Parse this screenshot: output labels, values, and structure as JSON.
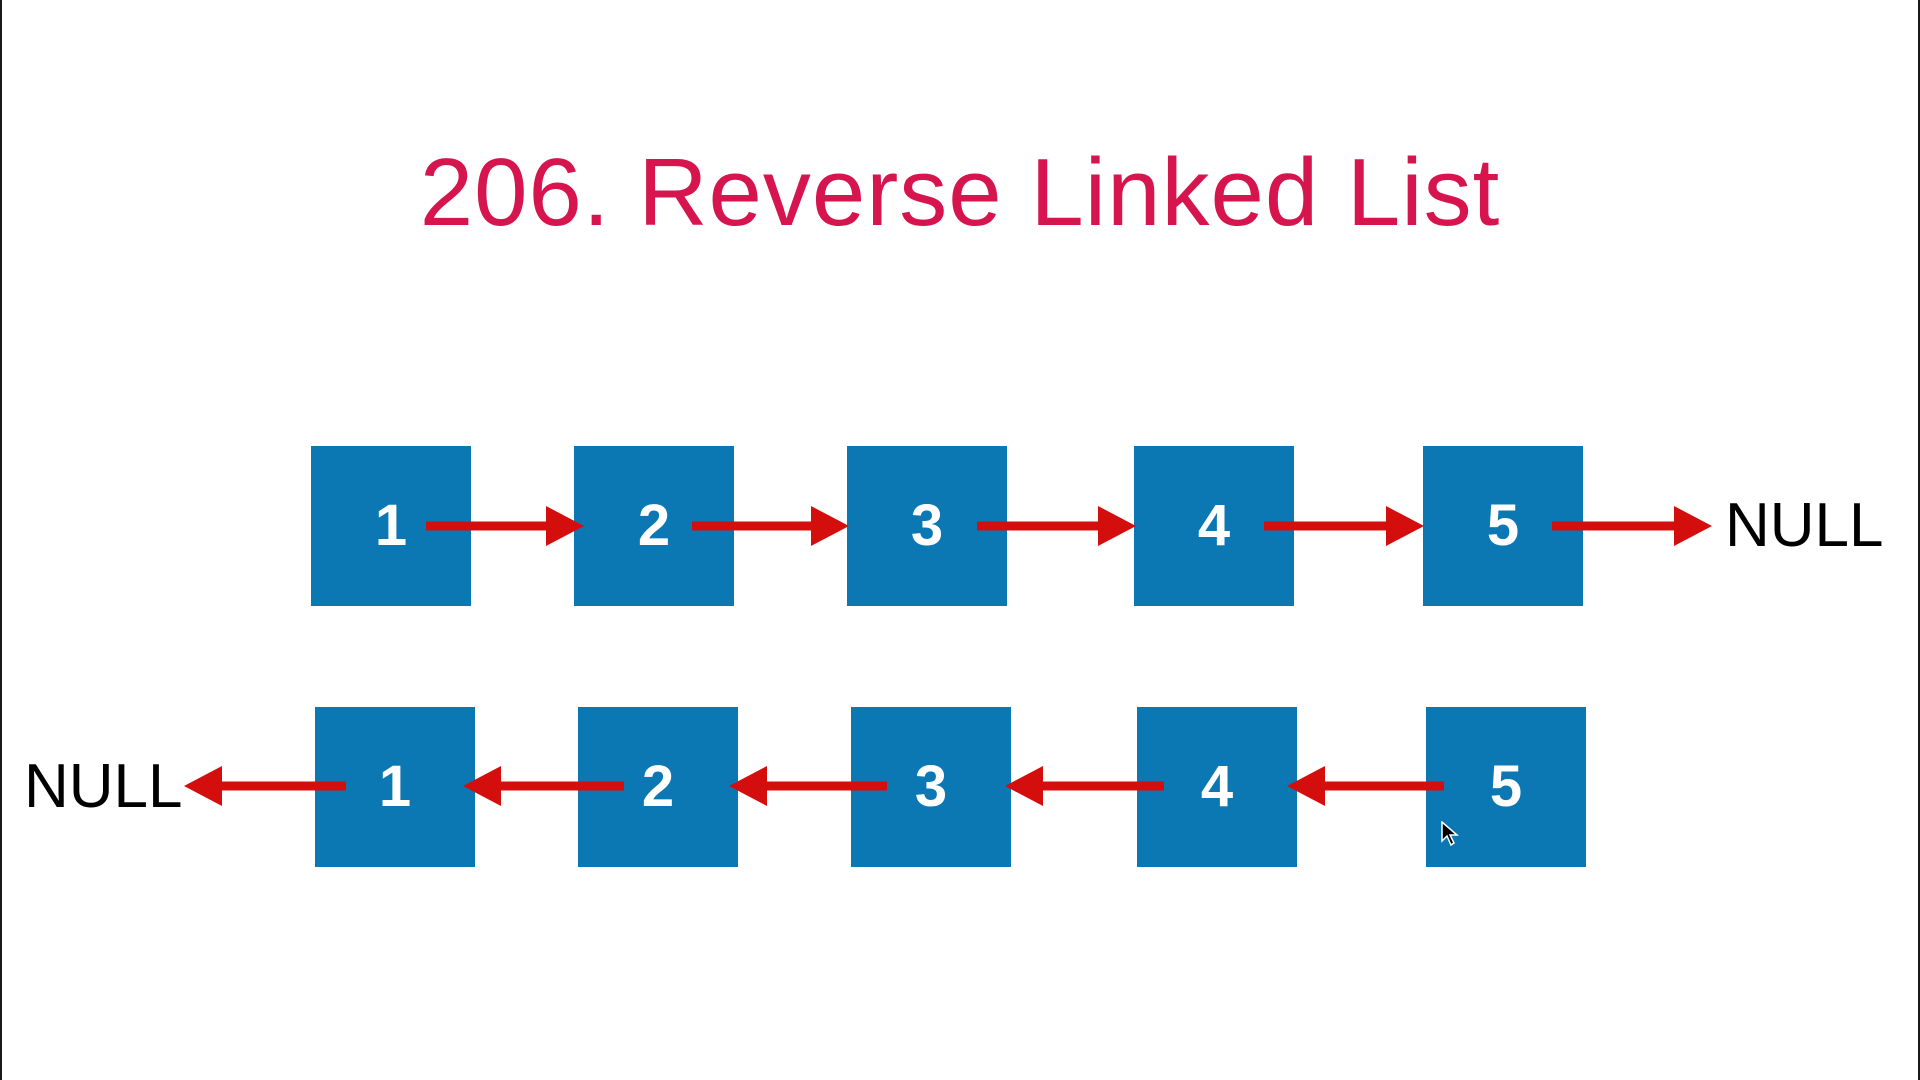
{
  "title": "206. Reverse Linked List",
  "colors": {
    "title": "#d6154f",
    "node_fill": "#0b78b3",
    "node_text": "#ffffff",
    "arrow": "#d40d0d",
    "null_text": "#000000"
  },
  "original_list": {
    "nodes": [
      "1",
      "2",
      "3",
      "4",
      "5"
    ],
    "null_label": "NULL"
  },
  "reversed_list": {
    "nodes": [
      "1",
      "2",
      "3",
      "4",
      "5"
    ],
    "null_label": "NULL"
  },
  "icons": {
    "cursor": "mouse-pointer-icon"
  }
}
